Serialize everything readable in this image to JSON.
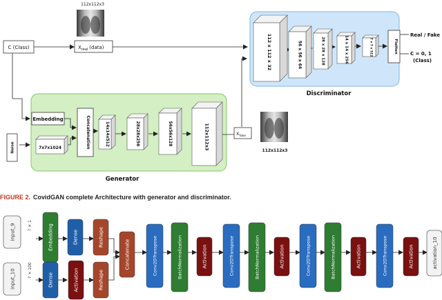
{
  "top_diagram": {
    "class_input": "C (Class)",
    "real_image_size": "112x112x3",
    "x_real_main": "X",
    "x_real_sub": "real",
    "x_real_suffix": "(data)",
    "noise": "Noise",
    "embedding": "Embedding",
    "noise_block": "7x7x1024",
    "concatenation": "Concatenation",
    "generator_layers": [
      "14x14x512",
      "28x28x256",
      "56x56x128",
      "112x112x3"
    ],
    "generator_label": "Generator",
    "x_fake_main": "X",
    "x_fake_sub": "fake",
    "fake_image_size": "112x112x3",
    "discriminator_layers": [
      "112 x 112 x 32",
      "56 x 56 x 64",
      "28 x 28 x 128",
      "14 x 14 x 256",
      "7 x 7 x 512"
    ],
    "flatten": "Flatten",
    "output_real_fake": "Real / Fake",
    "output_class_line1": "C = 0, 1",
    "output_class_line2": "(Class)",
    "discriminator_label": "Discriminator",
    "colors": {
      "generator_bg": "#d3efc3",
      "generator_border": "#86c46d",
      "discriminator_bg": "#cfe6fa",
      "discriminator_border": "#7fb4df"
    }
  },
  "caption": {
    "figure": "FIGURE 2.",
    "text": "CovidGAN complete Architecture with generator and discriminator."
  },
  "bottom_diagram": {
    "input_9": "input_9",
    "input_10": "input_10",
    "shape_9": "? × 1",
    "shape_10": "? × 100",
    "embedding": "Embedding",
    "dense": "Dense",
    "activation": "Activation",
    "reshape": "Reshape",
    "concatenate": "Concatenate",
    "conv": "Conv2DTranspose",
    "batchnorm": "BatchNormalization",
    "output": "activation_10",
    "colors": {
      "embedding": "#2e7d32",
      "dense": "#1f5fa8",
      "activation": "#7a1010",
      "reshape": "#a5462b",
      "concatenate": "#a5462b",
      "conv": "#2a6cbf",
      "batchnorm": "#2e7d32"
    }
  }
}
